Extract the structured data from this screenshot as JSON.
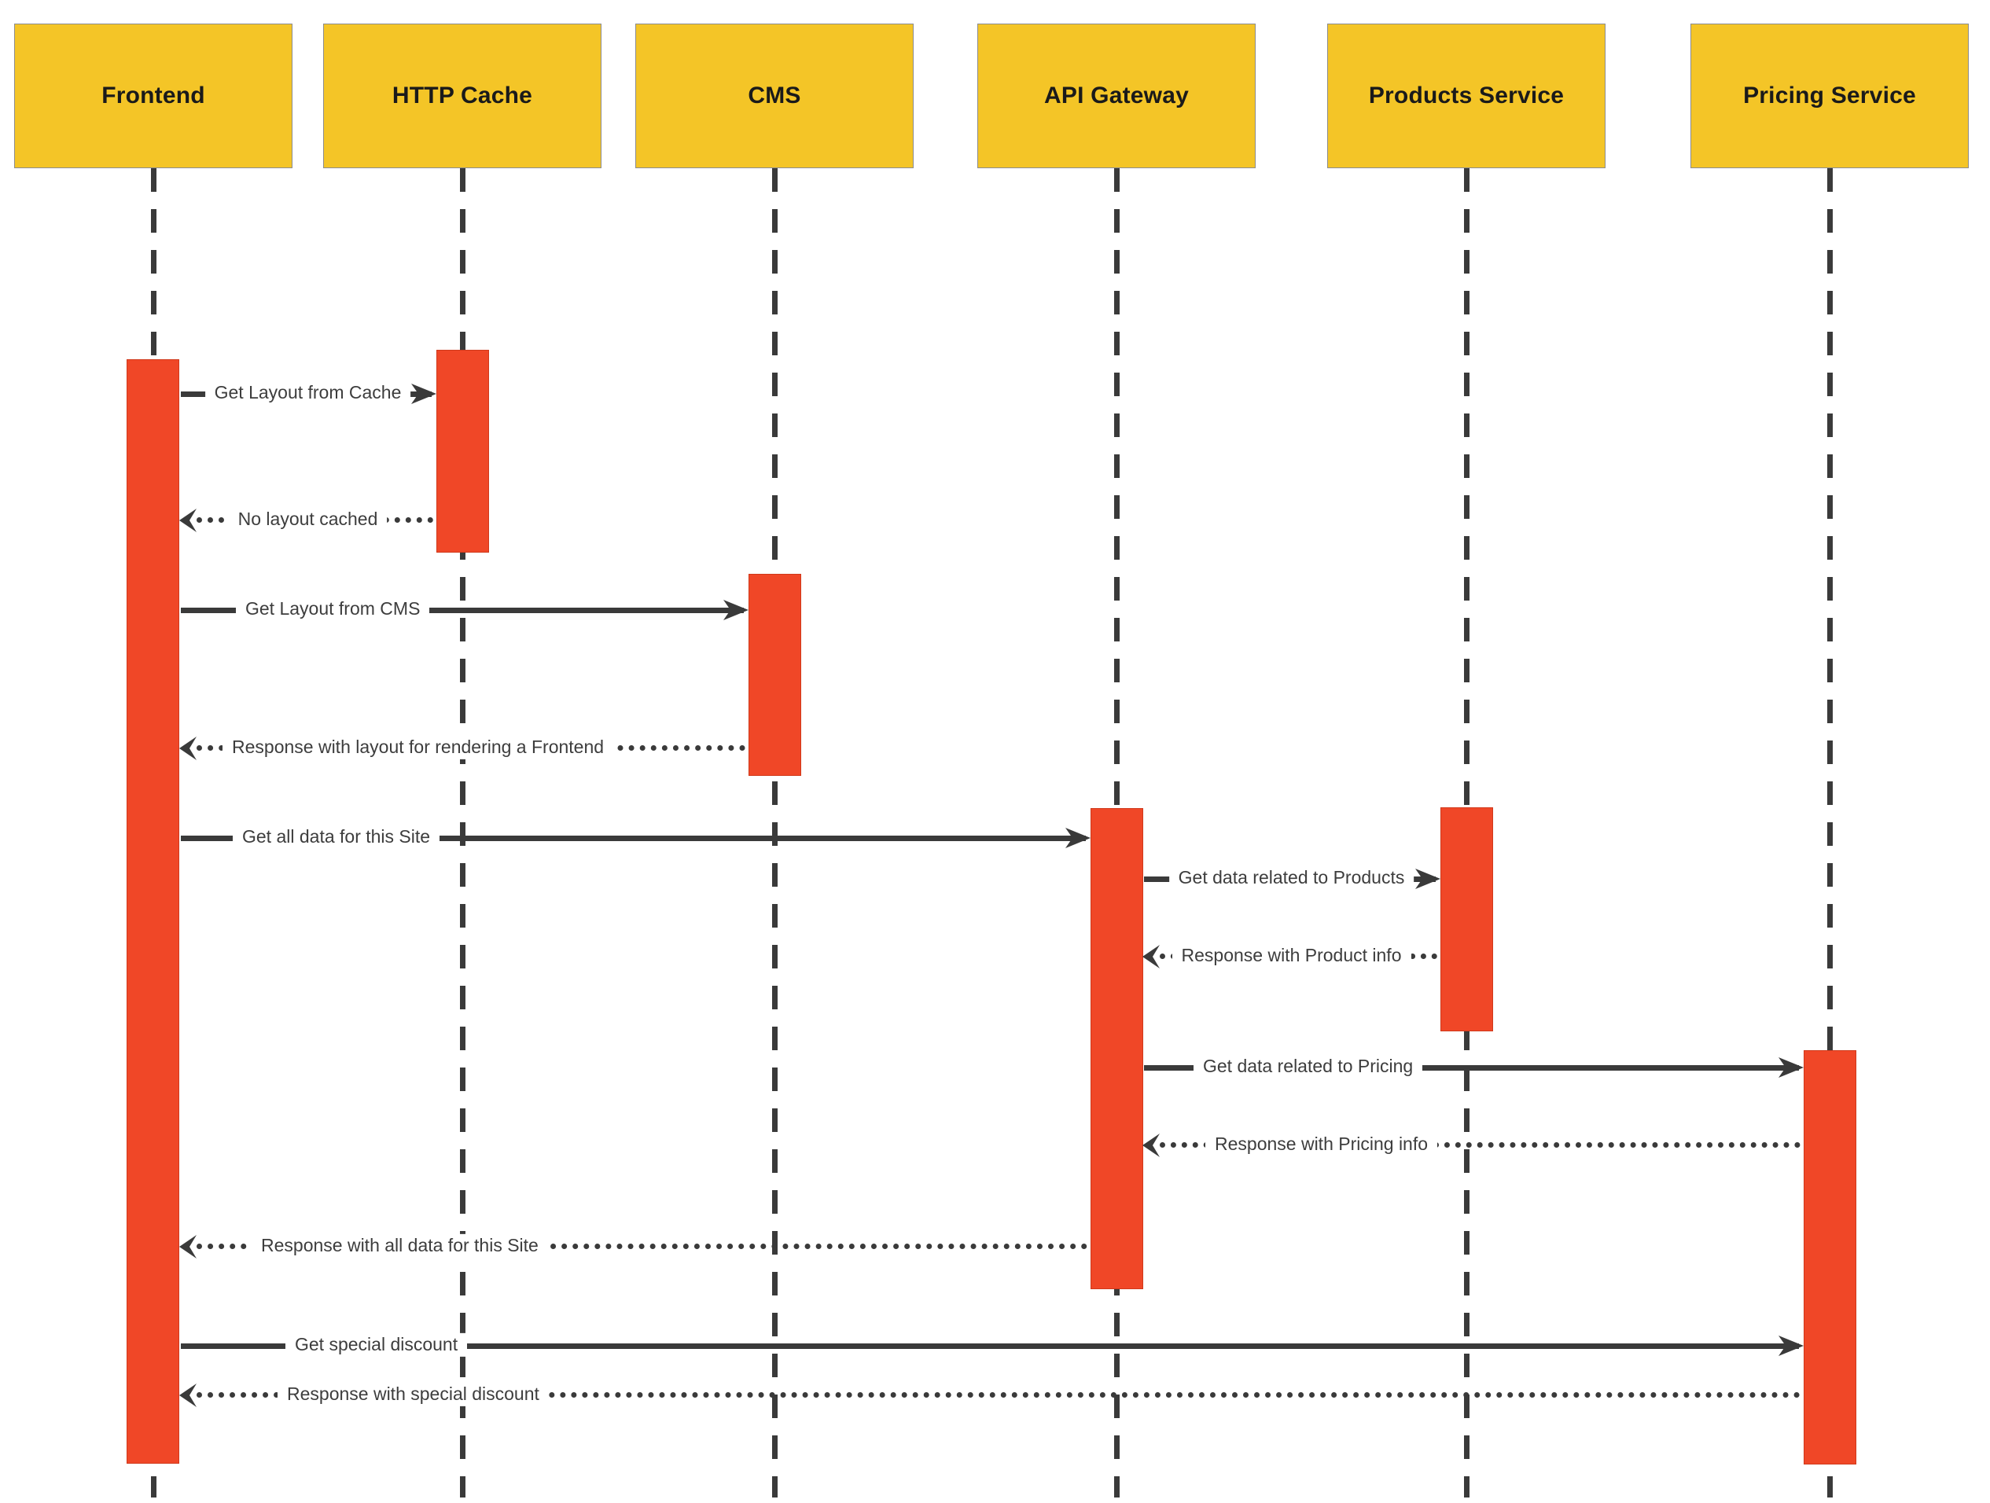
{
  "diagram_type": "uml-sequence-diagram",
  "participants": [
    {
      "name": "Frontend"
    },
    {
      "name": "HTTP Cache"
    },
    {
      "name": "CMS"
    },
    {
      "name": "API Gateway"
    },
    {
      "name": "Products Service"
    },
    {
      "name": "Pricing Service"
    }
  ],
  "messages": [
    {
      "label": "Get Layout from Cache",
      "from": "Frontend",
      "to": "HTTP Cache",
      "style": "solid-request"
    },
    {
      "label": "No layout cached",
      "from": "HTTP Cache",
      "to": "Frontend",
      "style": "dotted-response"
    },
    {
      "label": "Get Layout from CMS",
      "from": "Frontend",
      "to": "CMS",
      "style": "solid-request"
    },
    {
      "label": "Response with layout for rendering a Frontend",
      "from": "CMS",
      "to": "Frontend",
      "style": "dotted-response"
    },
    {
      "label": "Get all data for this Site",
      "from": "Frontend",
      "to": "API Gateway",
      "style": "solid-request"
    },
    {
      "label": "Get data related to Products",
      "from": "API Gateway",
      "to": "Products Service",
      "style": "solid-request"
    },
    {
      "label": "Response with Product info",
      "from": "Products Service",
      "to": "API Gateway",
      "style": "dotted-response"
    },
    {
      "label": "Get data related to Pricing",
      "from": "API Gateway",
      "to": "Pricing Service",
      "style": "solid-request"
    },
    {
      "label": "Response with Pricing info",
      "from": "Pricing Service",
      "to": "API Gateway",
      "style": "dotted-response"
    },
    {
      "label": "Response with all data for this Site",
      "from": "API Gateway",
      "to": "Frontend",
      "style": "dotted-response"
    },
    {
      "label": "Get special discount",
      "from": "Frontend",
      "to": "Pricing Service",
      "style": "solid-request"
    },
    {
      "label": "Response with special discount",
      "from": "Pricing Service",
      "to": "Frontend",
      "style": "dotted-response"
    }
  ],
  "colors": {
    "participant_fill": "#F4C527",
    "activation_fill": "#F04727",
    "line_color": "#3A3A3A",
    "label_color": "#3D3D3D"
  }
}
